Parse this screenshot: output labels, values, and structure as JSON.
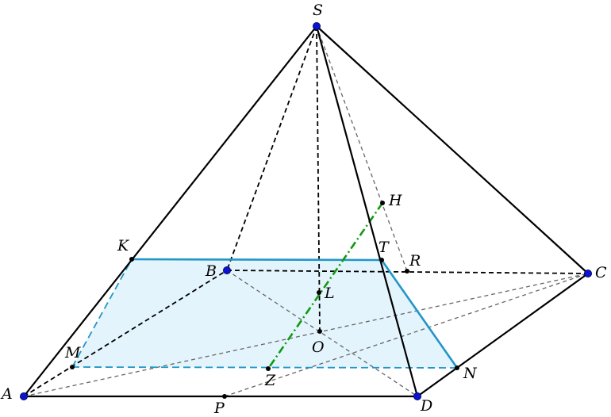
{
  "figure": {
    "colors": {
      "edge": "#000000",
      "hidden": "#000000",
      "aux": "#666666",
      "section_fill": "#e4f4fc",
      "section_edge": "#2196c8",
      "green_line": "#119911",
      "vertex_dot": "#0a14d2",
      "point_dot": "#000000"
    },
    "labels": {
      "S": "S",
      "A": "A",
      "B": "B",
      "C": "C",
      "D": "D",
      "K": "K",
      "T": "T",
      "N": "N",
      "M": "M",
      "H": "H",
      "R": "R",
      "L": "L",
      "O": "O",
      "Z": "Z",
      "P": "P"
    }
  }
}
